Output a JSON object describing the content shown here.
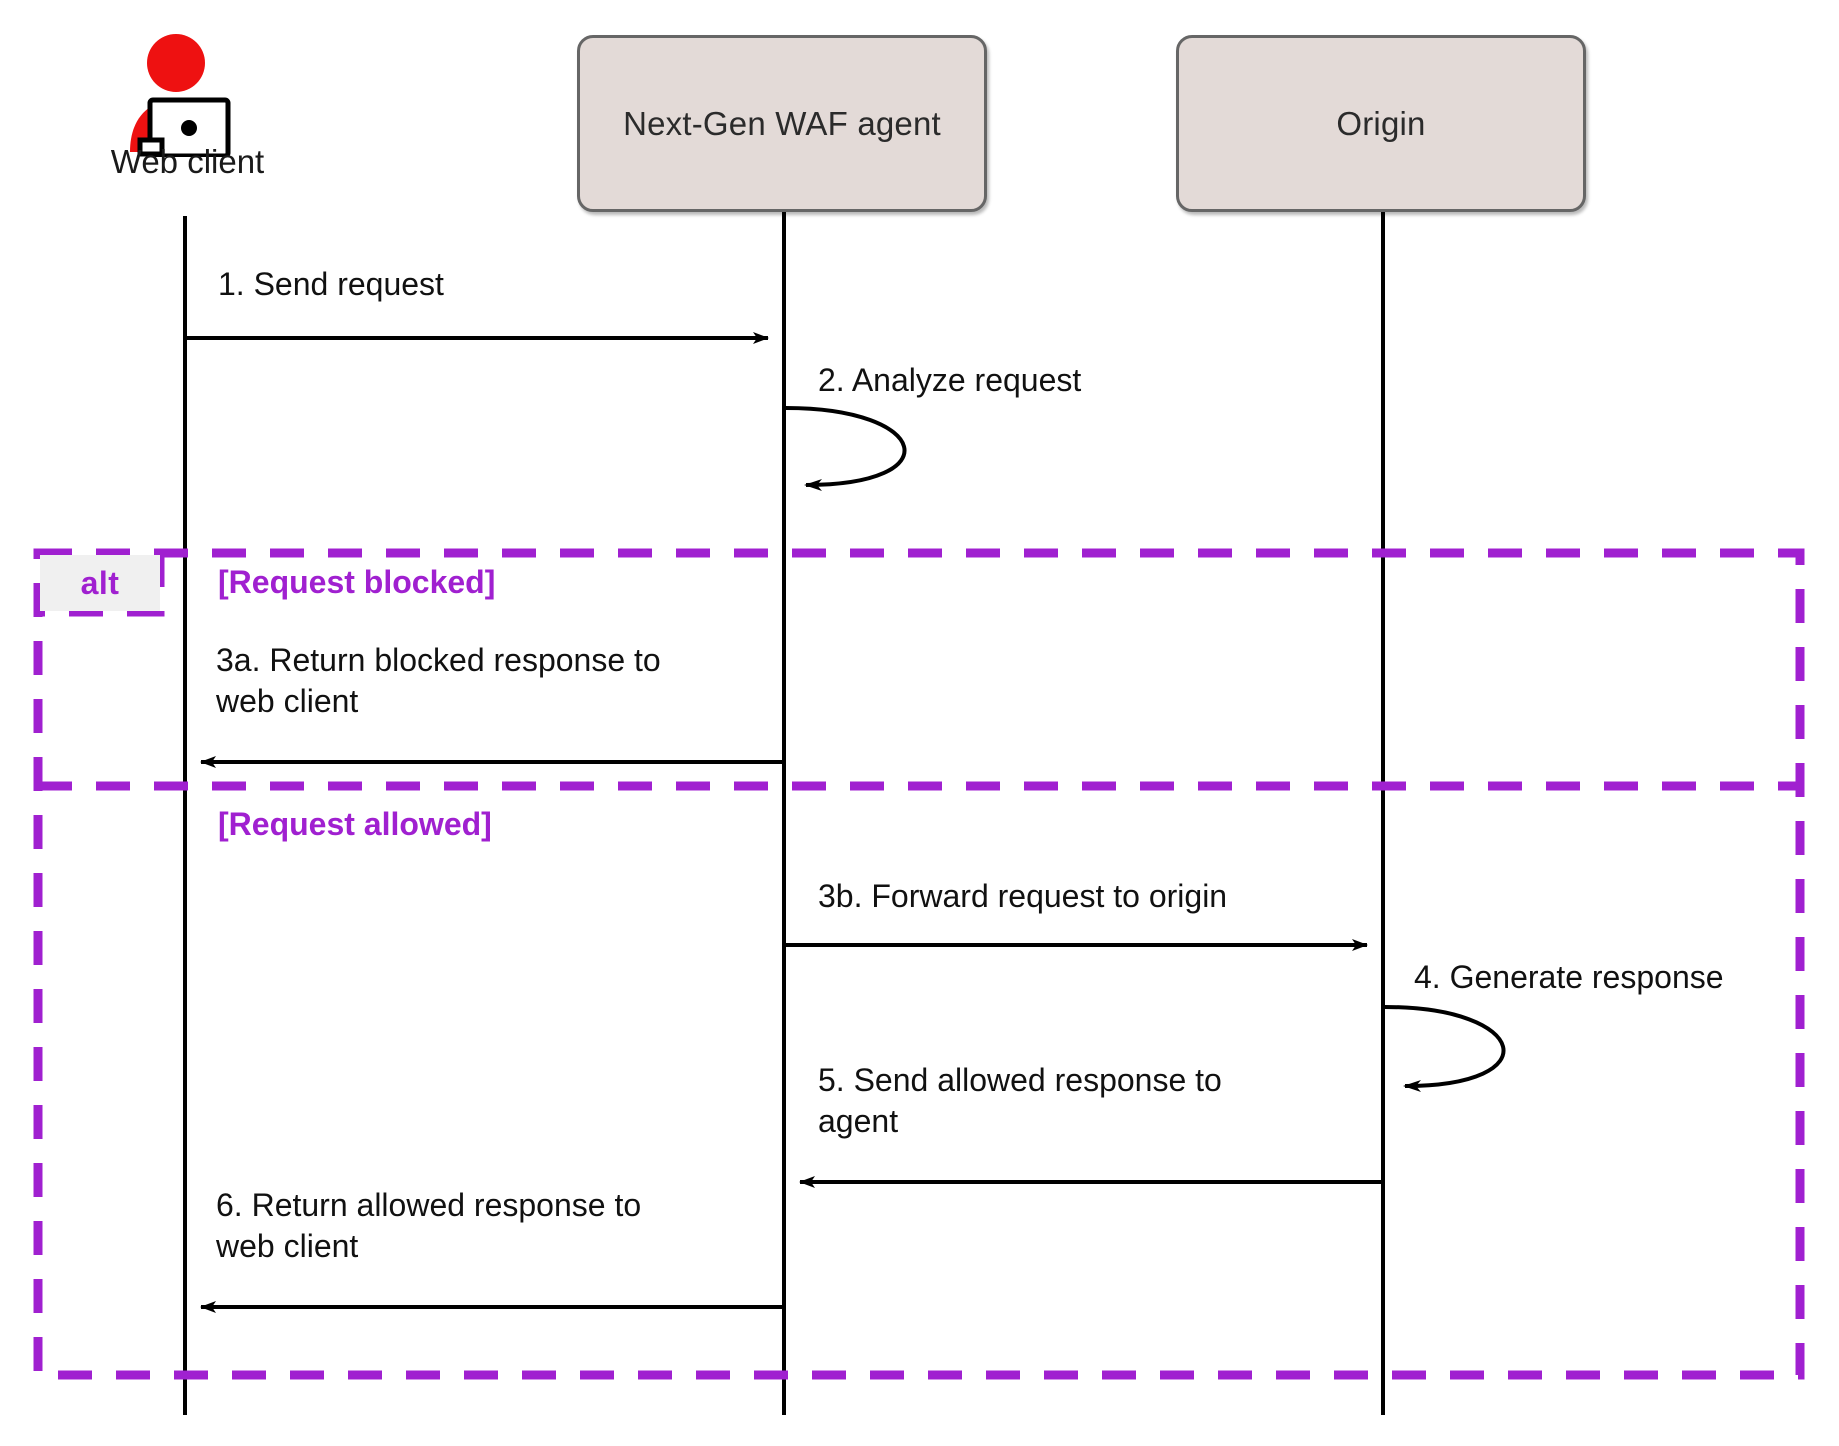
{
  "diagram": {
    "type": "sequence-diagram",
    "title": "Next-Gen WAF agent request flow",
    "colors": {
      "participant_fill": "#e3dad7",
      "participant_border": "#666666",
      "fragment_purple": "#a020d0",
      "line_black": "#000000",
      "actor_red": "#ee1111",
      "alt_tag_bg": "#f0f0f0"
    }
  },
  "participants": [
    {
      "id": "web-client",
      "label": "Web client",
      "kind": "actor",
      "icon": "person-with-laptop-icon"
    },
    {
      "id": "waf-agent",
      "label": "Next-Gen WAF agent",
      "kind": "box"
    },
    {
      "id": "origin",
      "label": "Origin",
      "kind": "box"
    }
  ],
  "messages": [
    {
      "id": "m1",
      "label": "1. Send request",
      "from": "web-client",
      "to": "waf-agent",
      "direction": "right"
    },
    {
      "id": "m2",
      "label": "2. Analyze request",
      "from": "waf-agent",
      "to": "waf-agent",
      "direction": "self"
    },
    {
      "id": "m3a",
      "label": "3a. Return blocked response to web client",
      "from": "waf-agent",
      "to": "web-client",
      "direction": "left"
    },
    {
      "id": "m3b",
      "label": "3b. Forward request to origin",
      "from": "waf-agent",
      "to": "origin",
      "direction": "right"
    },
    {
      "id": "m4",
      "label": "4. Generate response",
      "from": "origin",
      "to": "origin",
      "direction": "self"
    },
    {
      "id": "m5",
      "label": "5. Send allowed response to agent",
      "from": "origin",
      "to": "waf-agent",
      "direction": "left"
    },
    {
      "id": "m6",
      "label": "6. Return allowed response to web client",
      "from": "waf-agent",
      "to": "web-client",
      "direction": "left"
    }
  ],
  "fragment": {
    "operator": "alt",
    "branches": [
      {
        "id": "branch-blocked",
        "guard": "[Request blocked]"
      },
      {
        "id": "branch-allowed",
        "guard": "[Request allowed]"
      }
    ]
  },
  "message_text": {
    "m1": "1. Send request",
    "m2": "2. Analyze request",
    "m3a_line1": "3a. Return blocked response to",
    "m3a_line2": "web client",
    "m3b": "3b. Forward request to origin",
    "m4": "4. Generate response",
    "m5_line1": "5. Send allowed response to",
    "m5_line2": "agent",
    "m6_line1": "6. Return allowed response to",
    "m6_line2": "web client"
  }
}
